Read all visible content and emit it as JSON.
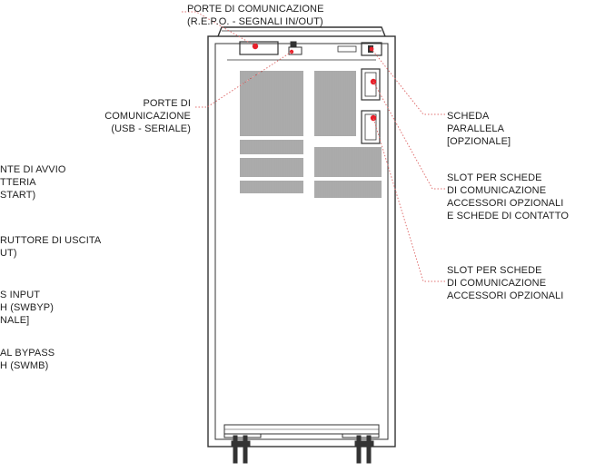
{
  "colors": {
    "outline": "#333333",
    "accent": "#e8202a",
    "leader": "#e07070",
    "text": "#222222",
    "background": "#ffffff"
  },
  "labels": {
    "comm_ports_repo": [
      "PORTE DI COMUNICAZIONE",
      "(R.E.P.O. - SEGNALI IN/OUT)"
    ],
    "comm_ports_usb": [
      "PORTE  DI",
      "COMUNICAZIONE",
      "(USB - SERIALE)"
    ],
    "battery_start": [
      "NTE DI AVVIO",
      "TTERIA",
      "START)"
    ],
    "output_switch": [
      "RUTTORE DI USCITA",
      "UT)"
    ],
    "bypass_input": [
      "S INPUT",
      "H (SWBYP)",
      "NALE]"
    ],
    "manual_bypass": [
      "AL BYPASS",
      "H  (SWMB)"
    ],
    "parallel_card": [
      "SCHEDA",
      "PARALLELA",
      "[OPZIONALE]"
    ],
    "slot_contact": [
      "SLOT PER SCHEDE",
      "DI COMUNICAZIONE",
      "ACCESSORI OPZIONALI",
      "E SCHEDE DI CONTATTO"
    ],
    "slot_accessories": [
      "SLOT PER SCHEDE",
      "DI COMUNICAZIONE",
      "ACCESSORI  OPZIONALI"
    ]
  }
}
